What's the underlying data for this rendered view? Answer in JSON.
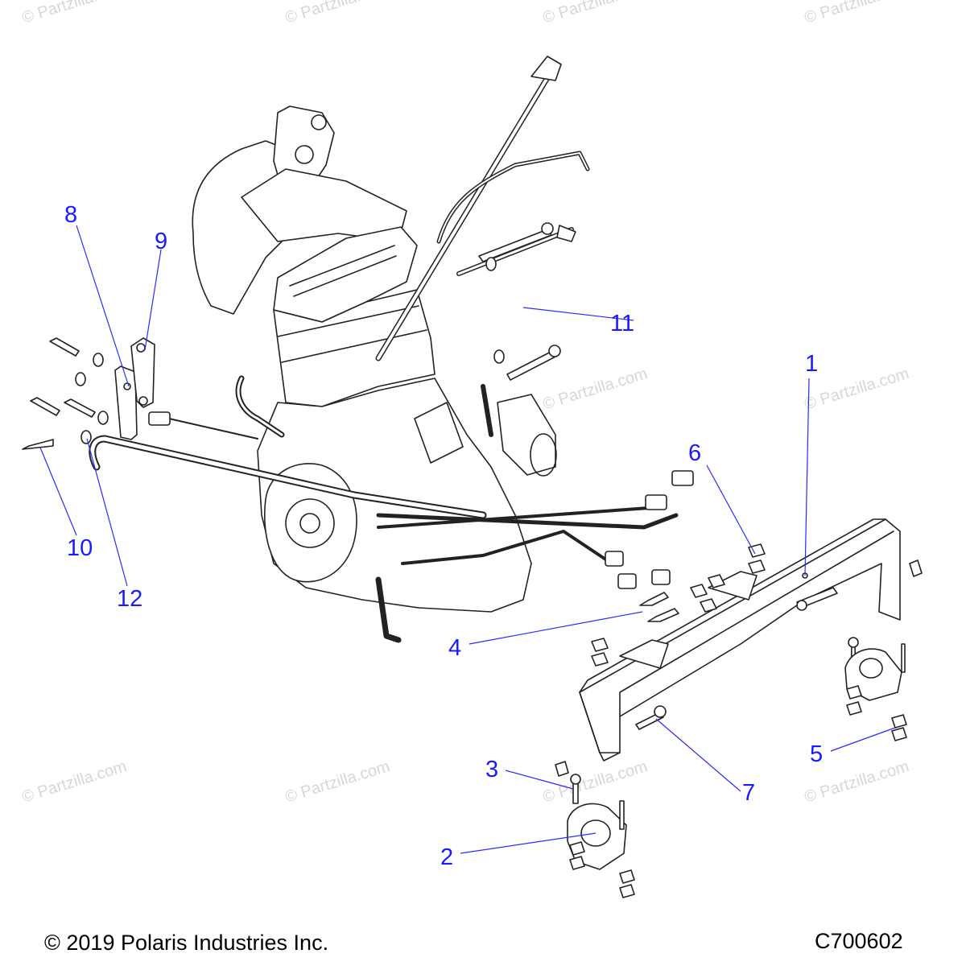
{
  "watermark": "© Partzilla.com",
  "callouts": [
    "1",
    "2",
    "3",
    "4",
    "5",
    "6",
    "7",
    "8",
    "9",
    "10",
    "11",
    "12"
  ],
  "footer": {
    "copyright": "© 2019 Polaris Industries Inc.",
    "code": "C700602"
  },
  "colors": {
    "callout": "#1a1aff",
    "leader": "#2b2bff",
    "line_art": "#222222",
    "watermark": "#d7d7d7"
  }
}
